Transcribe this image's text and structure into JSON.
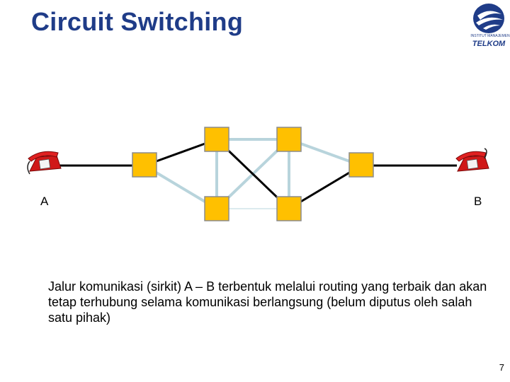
{
  "title": "Circuit Switching",
  "logo": {
    "institution": "INSTITUT MANAJEMEN",
    "brand": "TELKOM"
  },
  "labels": {
    "a": "A",
    "b": "B"
  },
  "caption": "Jalur komunikasi (sirkit) A – B terbentuk melalui routing yang terbaik dan akan tetap terhubung selama komunikasi berlangsung (belum diputus oleh salah satu pihak)",
  "page_number": "7",
  "colors": {
    "title": "#1f3c88",
    "node_fill": "#ffc000",
    "node_border": "#8c8c8c",
    "active_link": "#000000",
    "idle_link": "#b8d4dc",
    "phone": "#d01818"
  }
}
